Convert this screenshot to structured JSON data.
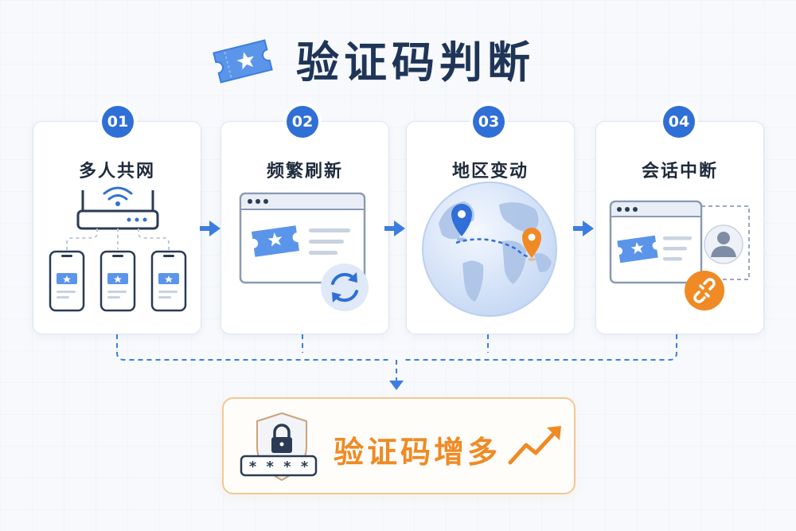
{
  "header": {
    "title": "验证码判断"
  },
  "steps": [
    {
      "number": "01",
      "label": "多人共网"
    },
    {
      "number": "02",
      "label": "频繁刷新"
    },
    {
      "number": "03",
      "label": "地区变动"
    },
    {
      "number": "04",
      "label": "会话中断"
    }
  ],
  "result": {
    "label": "验证码增多",
    "masked": "* * * *"
  },
  "colors": {
    "primary": "#2f6fd6",
    "accent": "#f08a24",
    "title": "#1f3558"
  },
  "icons": [
    "ticket-icon",
    "router-icon",
    "phone-icon",
    "browser-window-icon",
    "refresh-icon",
    "globe-icon",
    "location-pin-icon",
    "user-avatar-icon",
    "broken-link-icon",
    "shield-lock-icon",
    "trend-up-icon"
  ]
}
